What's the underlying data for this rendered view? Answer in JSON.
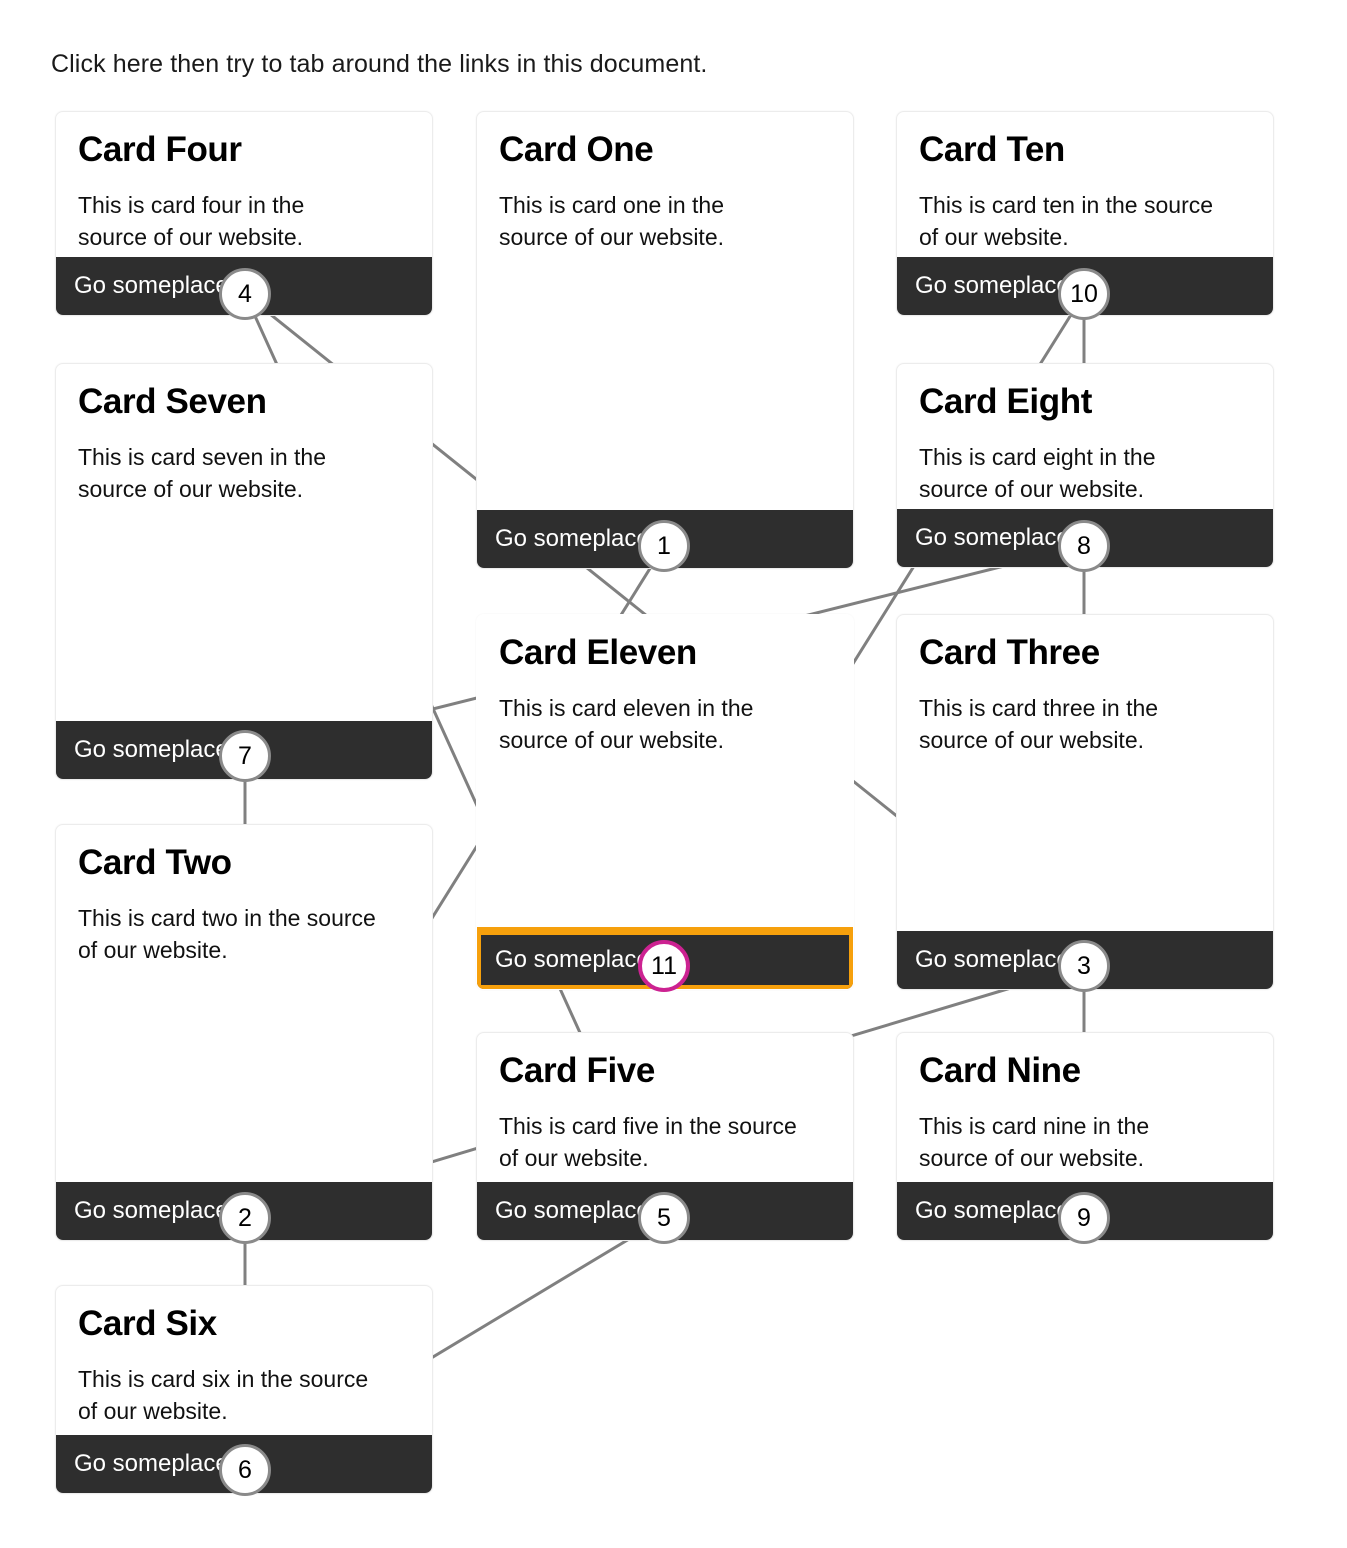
{
  "page": {
    "intro_text": "Click here then try to tab around the links in this document.",
    "link_label": "Go someplace",
    "focus_outline_color": "#f6a00c",
    "current_marker_color": "#cc2291",
    "wire_color": "#808080",
    "marker_color": "#8a8a8a",
    "footer_bg": "#2e2e2e",
    "card_border": "#ececec"
  },
  "cards": [
    {
      "id": "four",
      "title": "Card Four",
      "text": "This is card four in the source of our website.",
      "link": "Go someplace",
      "tab_index": "4",
      "focused": false,
      "column": 1,
      "row": 1
    },
    {
      "id": "one",
      "title": "Card One",
      "text": "This is card one in the source of our website.",
      "link": "Go someplace",
      "tab_index": "1",
      "focused": false,
      "column": 2,
      "row": 1
    },
    {
      "id": "ten",
      "title": "Card Ten",
      "text": "This is card ten in the source of our website.",
      "link": "Go someplace",
      "tab_index": "10",
      "focused": false,
      "column": 3,
      "row": 1
    },
    {
      "id": "seven",
      "title": "Card Seven",
      "text": "This is card seven in the source of our website.",
      "link": "Go someplace",
      "tab_index": "7",
      "focused": false,
      "column": 1,
      "row": 2
    },
    {
      "id": "eight",
      "title": "Card Eight",
      "text": "This is card eight in the source of our website.",
      "link": "Go someplace",
      "tab_index": "8",
      "focused": false,
      "column": 3,
      "row": 2
    },
    {
      "id": "eleven",
      "title": "Card Eleven",
      "text": "This is card eleven in the source of our website.",
      "link": "Go someplace",
      "tab_index": "11",
      "focused": true,
      "column": 2,
      "row": 2
    },
    {
      "id": "three",
      "title": "Card Three",
      "text": "This is card three in the source of our website.",
      "link": "Go someplace",
      "tab_index": "3",
      "focused": false,
      "column": 3,
      "row": 3
    },
    {
      "id": "two",
      "title": "Card Two",
      "text": "This is card two in the source of our website.",
      "link": "Go someplace",
      "tab_index": "2",
      "focused": false,
      "column": 1,
      "row": 3
    },
    {
      "id": "five",
      "title": "Card Five",
      "text": "This is card five in the source of our website.",
      "link": "Go someplace",
      "tab_index": "5",
      "focused": false,
      "column": 2,
      "row": 3
    },
    {
      "id": "nine",
      "title": "Card Nine",
      "text": "This is card nine in the source of our website.",
      "link": "Go someplace",
      "tab_index": "9",
      "focused": false,
      "column": 3,
      "row": 4
    },
    {
      "id": "six",
      "title": "Card Six",
      "text": "This is card six in the source of our website.",
      "link": "Go someplace",
      "tab_index": "6",
      "focused": false,
      "column": 1,
      "row": 4
    }
  ],
  "tab_sequence": [
    "1",
    "2",
    "3",
    "4",
    "5",
    "6",
    "7",
    "8",
    "9",
    "10",
    "11"
  ]
}
